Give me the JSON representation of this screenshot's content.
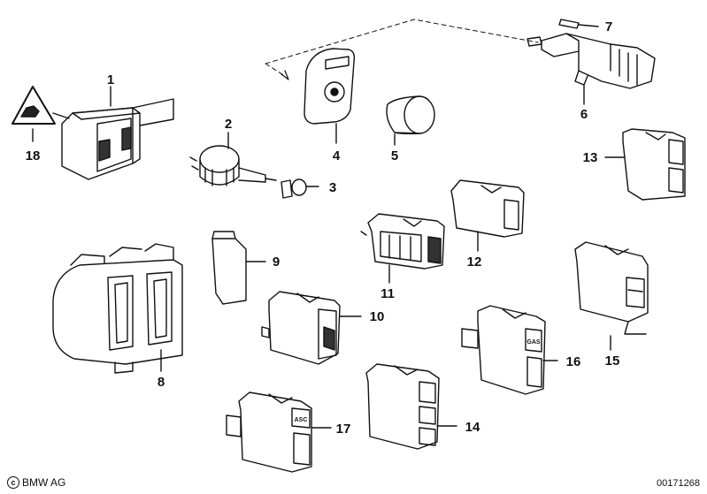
{
  "callouts": [
    {
      "label": "1",
      "part": "seat-heating-switch"
    },
    {
      "label": "2",
      "part": "rotary-light-switch"
    },
    {
      "label": "3",
      "part": "knob-screw"
    },
    {
      "label": "4",
      "part": "mirror-switch-bezel"
    },
    {
      "label": "5",
      "part": "switch-knob"
    },
    {
      "label": "6",
      "part": "stop-light-switch"
    },
    {
      "label": "7",
      "part": "pin"
    },
    {
      "label": "8",
      "part": "window-switch-panel"
    },
    {
      "label": "9",
      "part": "blanking-cover"
    },
    {
      "label": "10",
      "part": "rocker-switch"
    },
    {
      "label": "11",
      "part": "vent-switch"
    },
    {
      "label": "12",
      "part": "small-switch"
    },
    {
      "label": "13",
      "part": "double-switch"
    },
    {
      "label": "14",
      "part": "triple-switch"
    },
    {
      "label": "15",
      "part": "rear-defroster-switch"
    },
    {
      "label": "16",
      "part": "gas-switch"
    },
    {
      "label": "17",
      "part": "asc-switch"
    },
    {
      "label": "18",
      "part": "warning-triangle-symbol"
    }
  ],
  "embossed": {
    "asc": "ASC",
    "gas": "GAS"
  },
  "footer": {
    "copyright_symbol": "c",
    "brand": "BMW AG",
    "drawing_number": "00171268"
  }
}
